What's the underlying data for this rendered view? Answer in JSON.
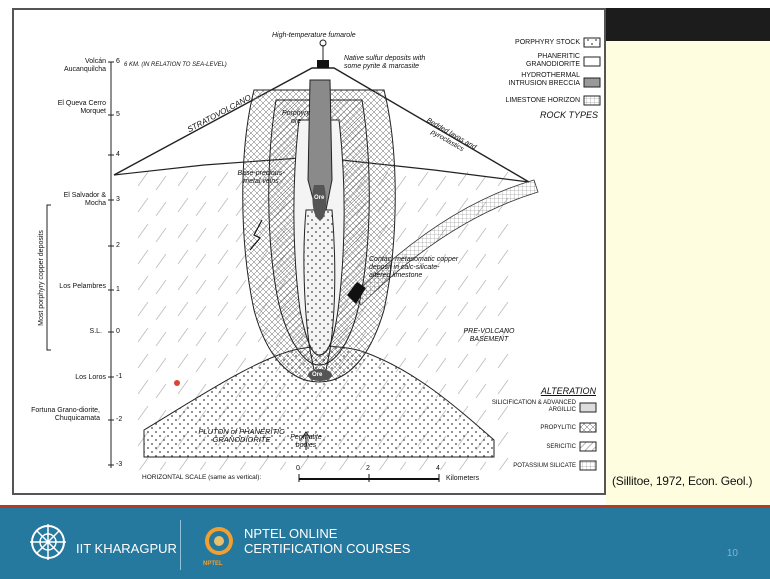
{
  "diagram": {
    "title_top": "High-temperature fumarole",
    "left_scale_header": "6 KM. (IN RELATION TO SEA-LEVEL)",
    "left_localities": [
      "Volcán Aucanquilcha",
      "El Queva Cerro Morquet",
      "El Salvador & Mocha",
      "Los Pelambres",
      "S.L.",
      "Los Loros",
      "Fortuna Grano-diorite, Chuquicamata"
    ],
    "scale_ticks": [
      "6",
      "5",
      "4",
      "3",
      "2",
      "1",
      "0",
      "-1",
      "-2",
      "-3"
    ],
    "left_group_label": "Most porphyry copper deposits",
    "inner_labels": {
      "stratovolcano": "STRATOVOLCANO",
      "native_sulfur": "Native sulfur deposits with some pyrite & marcasite",
      "porphyry_ore": "Porphyry ore",
      "bedded_lavas": "Bedded lavas and pyroclastics",
      "base_metal_veins": "Base-precious-metal veins",
      "contact_deposit": "Contact metasomatic copper deposit in calc-silicate-altered limestone",
      "pre_volcano": "PRE-VOLCANO BASEMENT",
      "pluton": "PLUTON of PHANERITIC GRANODIORITE",
      "pegmatite": "Pegmatite bodies",
      "ore_small": "Ore",
      "ore_small2": "Ore"
    },
    "rock_types_legend": {
      "title": "ROCK TYPES",
      "items": [
        "PORPHYRY STOCK",
        "PHANERITIC GRANODIORITE",
        "HYDROTHERMAL INTRUSION BRECCIA",
        "LIMESTONE HORIZON"
      ]
    },
    "alteration_legend": {
      "title": "ALTERATION",
      "items": [
        "SILICIFICATION & ADVANCED ARGILLIC",
        "PROPYLITIC",
        "SERICITIC",
        "POTASSIUM SILICATE"
      ]
    },
    "horizontal_scale": {
      "label": "HORIZONTAL SCALE (same as vertical):",
      "ticks": [
        "0",
        "2",
        "4"
      ],
      "unit": "Kilometers"
    }
  },
  "citation": "(Sillitoe, 1972, Econ. Geol.)",
  "footer": {
    "institute": "IIT KHARAGPUR",
    "nptel_line1": "NPTEL ONLINE",
    "nptel_line2": "CERTIFICATION COURSES",
    "nptel_logo_text": "NPTEL",
    "page_number": "10"
  },
  "colors": {
    "footer_bg": "#25789e",
    "footer_accent": "#b63a1f",
    "side_panel": "#fffde0"
  }
}
